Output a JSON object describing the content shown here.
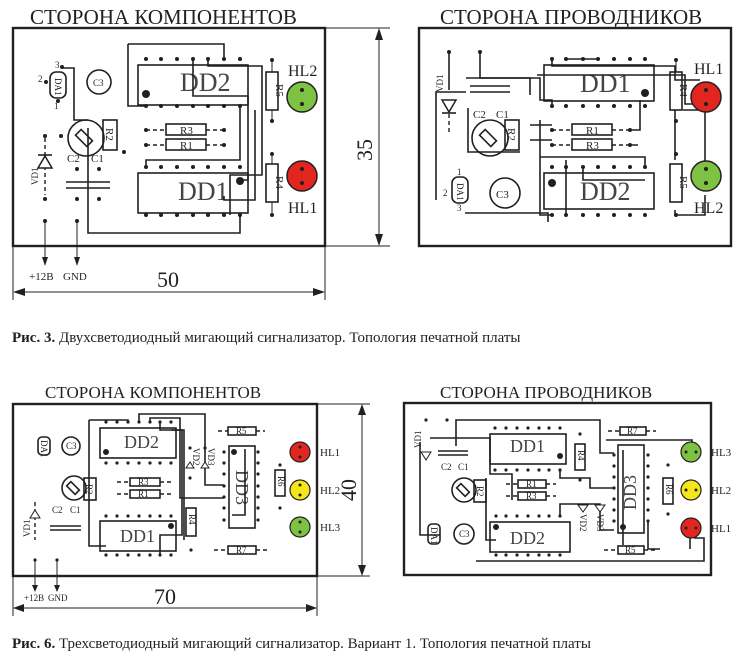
{
  "figure3": {
    "component_side": {
      "title": "СТОРОНА КОМПОНЕНТОВ",
      "width_dim": "50",
      "height_dim": "35",
      "labels": {
        "dd2": "DD2",
        "dd1": "DD1",
        "r1": "R1",
        "r2": "R2",
        "r3": "R3",
        "r4": "R4",
        "r5": "R5",
        "c1": "C1",
        "c2": "C2",
        "c3": "C3",
        "vd1": "VD1",
        "da1": "DA1",
        "hl1": "HL1",
        "hl2": "HL2",
        "pin1": "1",
        "pin2": "2",
        "pin3": "3",
        "power": "+12В",
        "ground": "GND"
      },
      "led_colors": {
        "hl1": "#e0261f",
        "hl2": "#7dc242"
      }
    },
    "conductor_side": {
      "title": "СТОРОНА ПРОВОДНИКОВ",
      "labels": {
        "dd1": "DD1",
        "dd2": "DD2",
        "r1": "R1",
        "r2": "R2",
        "r3": "R3",
        "r4": "R4",
        "r5": "R5",
        "c1": "C1",
        "c2": "C2",
        "c3": "C3",
        "vd1": "VD1",
        "da1": "DA1",
        "hl1": "HL1",
        "hl2": "HL2",
        "pin1": "1",
        "pin2": "2",
        "pin3": "3"
      },
      "led_colors": {
        "hl1": "#e0261f",
        "hl2": "#7dc242"
      }
    },
    "caption_bold": "Рис. 3.",
    "caption_text": " Двухсветодиодный мигающий сигнализатор. Топология печатной платы"
  },
  "figure6": {
    "component_side": {
      "title": "СТОРОНА КОМПОНЕНТОВ",
      "width_dim": "70",
      "height_dim": "40",
      "labels": {
        "dd1": "DD1",
        "dd2": "DD2",
        "dd3": "DD3",
        "r1": "R1",
        "r2": "R2",
        "r3": "R3",
        "r4": "R4",
        "r5": "R5",
        "r6": "R6",
        "r7": "R7",
        "c1": "C1",
        "c2": "C2",
        "c3": "C3",
        "vd1": "VD1",
        "vd2": "VD2",
        "vd3": "VD3",
        "da1": "DA1",
        "hl1": "HL1",
        "hl2": "HL2",
        "hl3": "HL3",
        "power": "+12В",
        "ground": "GND"
      },
      "led_colors": {
        "hl1": "#e0261f",
        "hl2": "#f5e61c",
        "hl3": "#7dc242"
      }
    },
    "conductor_side": {
      "title": "СТОРОНА ПРОВОДНИКОВ",
      "labels": {
        "dd1": "DD1",
        "dd2": "DD2",
        "dd3": "DD3",
        "r1": "R1",
        "r2": "R2",
        "r3": "R3",
        "r4": "R4",
        "r5": "R5",
        "r6": "R6",
        "r7": "R7",
        "c1": "C1",
        "c2": "C2",
        "c3": "C3",
        "vd1": "VD1",
        "vd2": "VD2",
        "vd3": "VD3",
        "da1": "DA1",
        "hl1": "HL1",
        "hl2": "HL2",
        "hl3": "HL3"
      },
      "led_colors": {
        "hl1": "#e0261f",
        "hl2": "#f5e61c",
        "hl3": "#7dc242"
      }
    },
    "caption_bold": "Рис. 6.",
    "caption_text": " Трехсветодиодный мигающий сигнализатор. Вариант 1. Топология печатной платы"
  }
}
